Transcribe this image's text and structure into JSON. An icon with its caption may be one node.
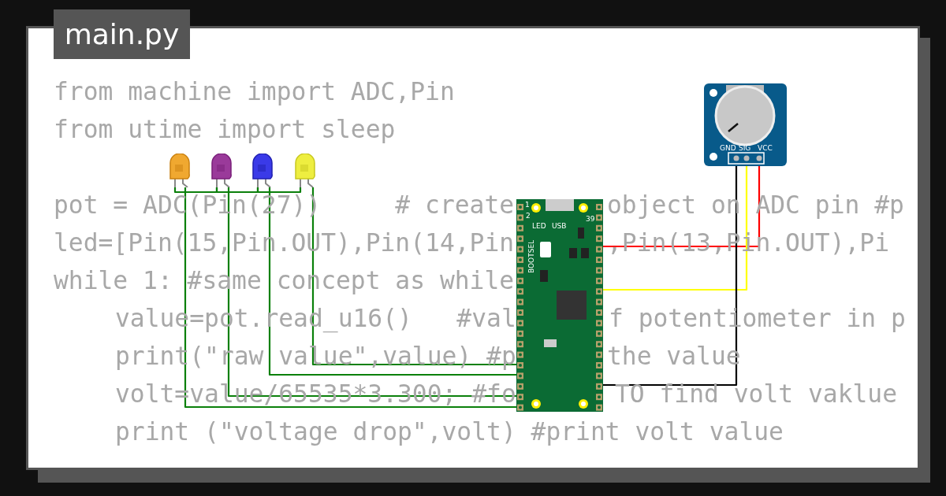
{
  "diagram": {
    "title": "main.py",
    "nodes": [
      {
        "text": [],
        "shape": "picture"
      },
      {
        "text": [],
        "shape": "picture"
      },
      {
        "text": [],
        "shape": "picture"
      },
      {
        "text": [],
        "shape": "picture"
      },
      {
        "text": [
          "1",
          "2",
          "39",
          "LED",
          "USB",
          "BOOTSEL"
        ]
      },
      {
        "text": [
          "GND",
          "SIG",
          "VCC"
        ]
      }
    ],
    "edges": [
      {
        "from": 3,
        "to": 4,
        "arrow": "none"
      },
      {
        "from": 2,
        "to": 4,
        "arrow": "none"
      },
      {
        "from": 1,
        "to": 4,
        "arrow": "none"
      },
      {
        "from": 0,
        "to": 4,
        "arrow": "none"
      },
      {
        "from": 0,
        "to": 1,
        "arrow": "none"
      },
      {
        "from": 1,
        "to": 2,
        "arrow": "none"
      },
      {
        "from": 2,
        "to": 3,
        "arrow": "none"
      },
      {
        "from": 4,
        "to": 5,
        "arrow": "none",
        "color": "#ff0000"
      },
      {
        "from": 4,
        "to": 5,
        "arrow": "none",
        "color": "#ffff00"
      },
      {
        "from": 4,
        "to": 5,
        "arrow": "none",
        "color": "#000000"
      }
    ],
    "labels": [
      "from machine import ADC,Pin",
      "from utime import sleep",
      "pot = ADC(Pin(27))     # create",
      "object on ADC pin #p",
      "led=[Pin(15,Pin.OUT),Pin(14,Pin",
      ",Pin(13,Pin.OUT),Pi",
      "while 1: #same concept as while",
      "value=pot.read_u16()   #val",
      "f potentiometer in p",
      "print(\"raw value\",value) #p",
      "the value",
      "volt=value/65535*3.300; #fo",
      "TO find volt vaklue",
      "print (\"voltage drop\",volt) #print volt value"
    ]
  }
}
